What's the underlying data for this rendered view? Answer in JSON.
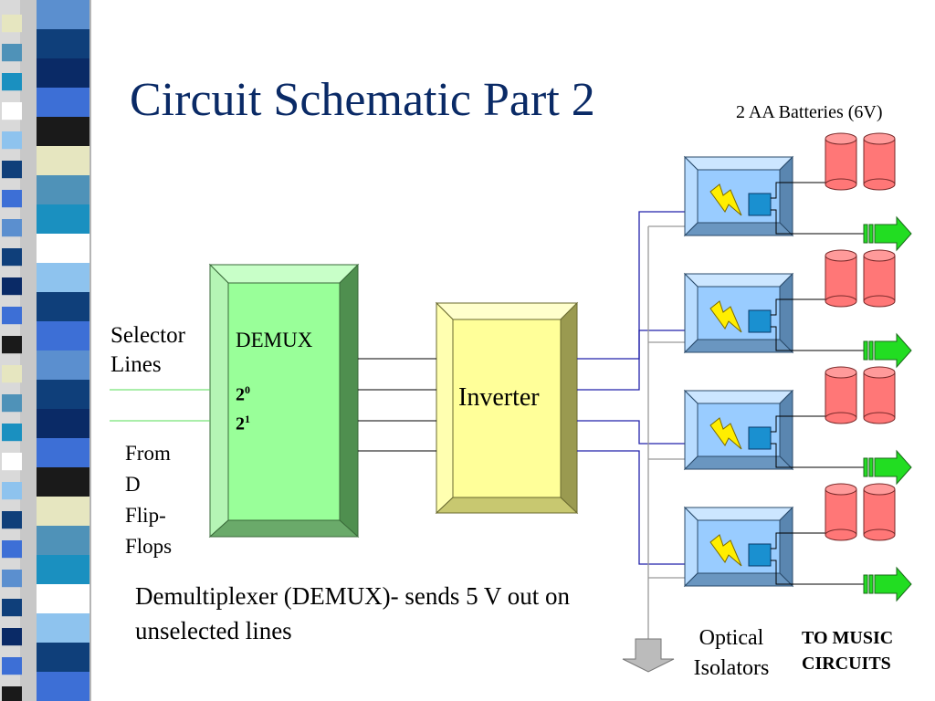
{
  "slide": {
    "title": "Circuit Schematic Part 2",
    "battery_label": "2 AA Batteries (6V)",
    "selector_label_line1": "Selector",
    "selector_label_line2": "Lines",
    "flipflop_line1": "From",
    "flipflop_line2": "D",
    "flipflop_line3": "Flip-",
    "flipflop_line4": "Flops",
    "demux_label": "DEMUX",
    "bit0_base": "2",
    "bit0_exp": "0",
    "bit1_base": "2",
    "bit1_exp": "1",
    "inverter_label": "Inverter",
    "description_line1": "Demultiplexer (DEMUX)- sends 5 V out on",
    "description_line2": "unselected lines",
    "isolators_line1": "Optical",
    "isolators_line2": "Isolators",
    "music_line1": "TO MUSIC",
    "music_line2": "CIRCUITS"
  },
  "colors": {
    "title": "#0a2a66",
    "demux_fill": "#99ff99",
    "inverter_fill": "#ffff99",
    "isolator_fill": "#99ccff",
    "battery_fill": "#ff7777",
    "arrow_fill": "#22dd22",
    "wire_blue": "#2222aa"
  }
}
